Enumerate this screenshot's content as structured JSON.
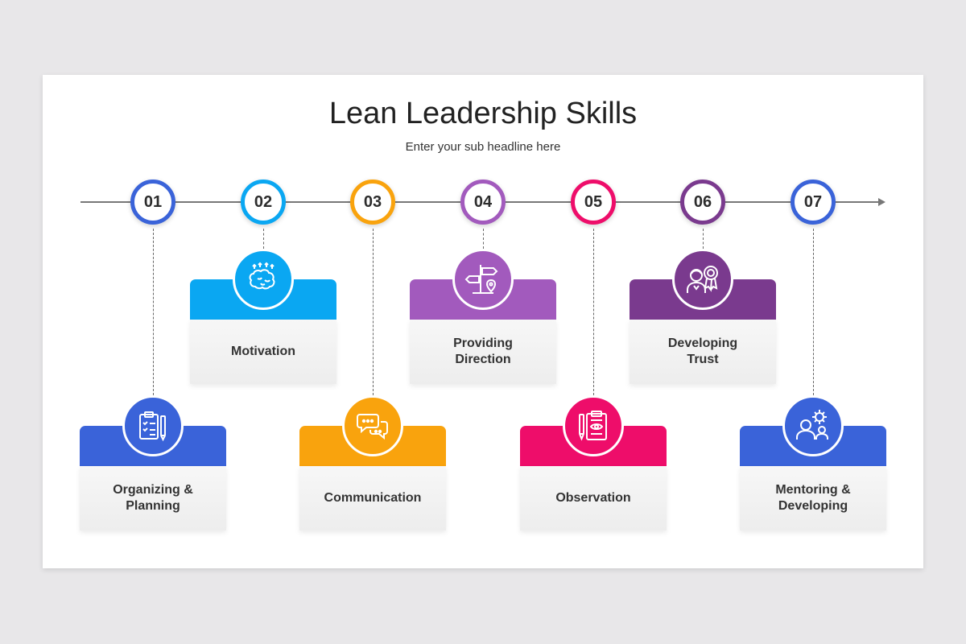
{
  "title": "Lean Leadership Skills",
  "subtitle": "Enter your sub headline here",
  "steps": [
    {
      "number": "01",
      "label": "Organizing &\nPlanning",
      "icon": "checklist-icon",
      "color": "#3a63d9",
      "position": "bottom"
    },
    {
      "number": "02",
      "label": "Motivation",
      "icon": "brain-icon",
      "color": "#0aa7f2",
      "position": "top"
    },
    {
      "number": "03",
      "label": "Communication",
      "icon": "chat-bubbles-icon",
      "color": "#f9a30d",
      "position": "bottom"
    },
    {
      "number": "04",
      "label": "Providing\nDirection",
      "icon": "signpost-icon",
      "color": "#a25abd",
      "position": "top"
    },
    {
      "number": "05",
      "label": "Observation",
      "icon": "clipboard-eye-icon",
      "color": "#ee0d6a",
      "position": "bottom"
    },
    {
      "number": "06",
      "label": "Developing\nTrust",
      "icon": "award-person-icon",
      "color": "#7a3a8e",
      "position": "top"
    },
    {
      "number": "07",
      "label": "Mentoring &\nDeveloping",
      "icon": "mentor-gear-icon",
      "color": "#3a63d9",
      "position": "bottom"
    }
  ]
}
